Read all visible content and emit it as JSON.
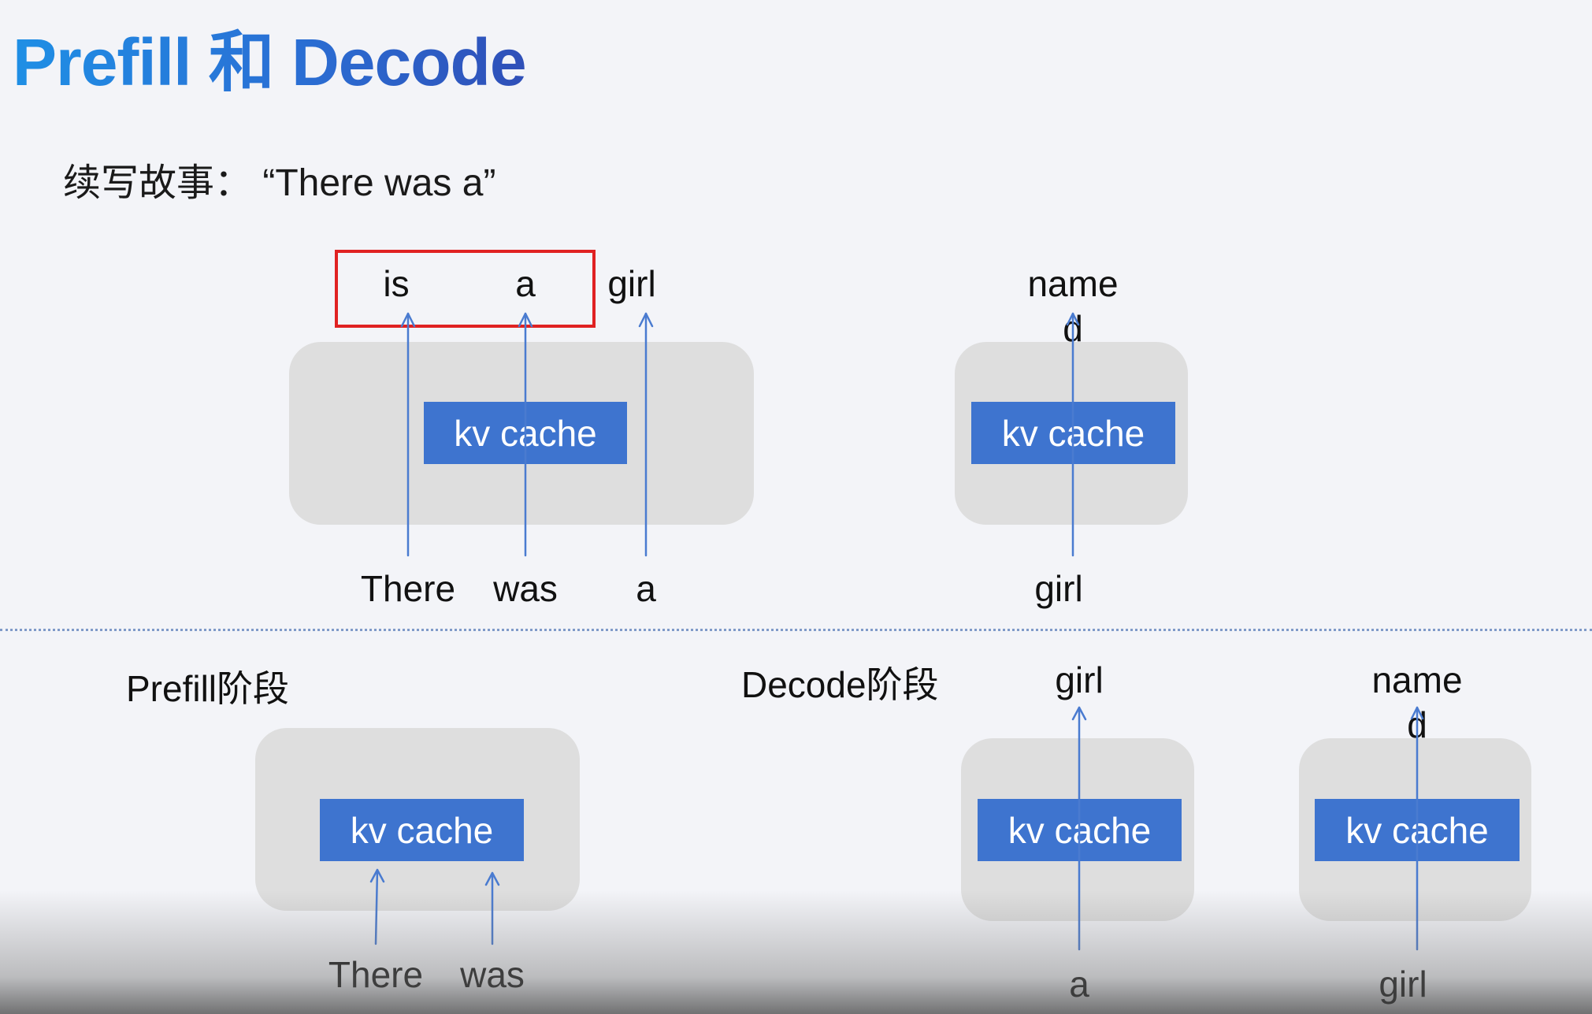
{
  "title": "Prefill 和 Decode",
  "subtitle": "续写故事：  “There was a”",
  "kv_label": "kv cache",
  "top_left": {
    "outputs": [
      "is",
      "a",
      "girl"
    ],
    "inputs": [
      "There",
      "was",
      "a"
    ]
  },
  "top_right": {
    "output": "name",
    "output_overlap": "d",
    "input": "girl"
  },
  "prefill": {
    "label": "Prefill阶段",
    "inputs": [
      "There",
      "was"
    ]
  },
  "decode": {
    "label": "Decode阶段",
    "step1": {
      "output": "girl",
      "input": "a"
    },
    "step2": {
      "output": "name",
      "output_overlap": "d",
      "input": "girl"
    }
  },
  "colors": {
    "title_gradient_start": "#1f8fe5",
    "title_gradient_end": "#2f4fb8",
    "kv_cache": "#3e74cf",
    "panel": "#dedede",
    "highlight_border": "#e02222",
    "arrow": "#4a7bd0"
  }
}
